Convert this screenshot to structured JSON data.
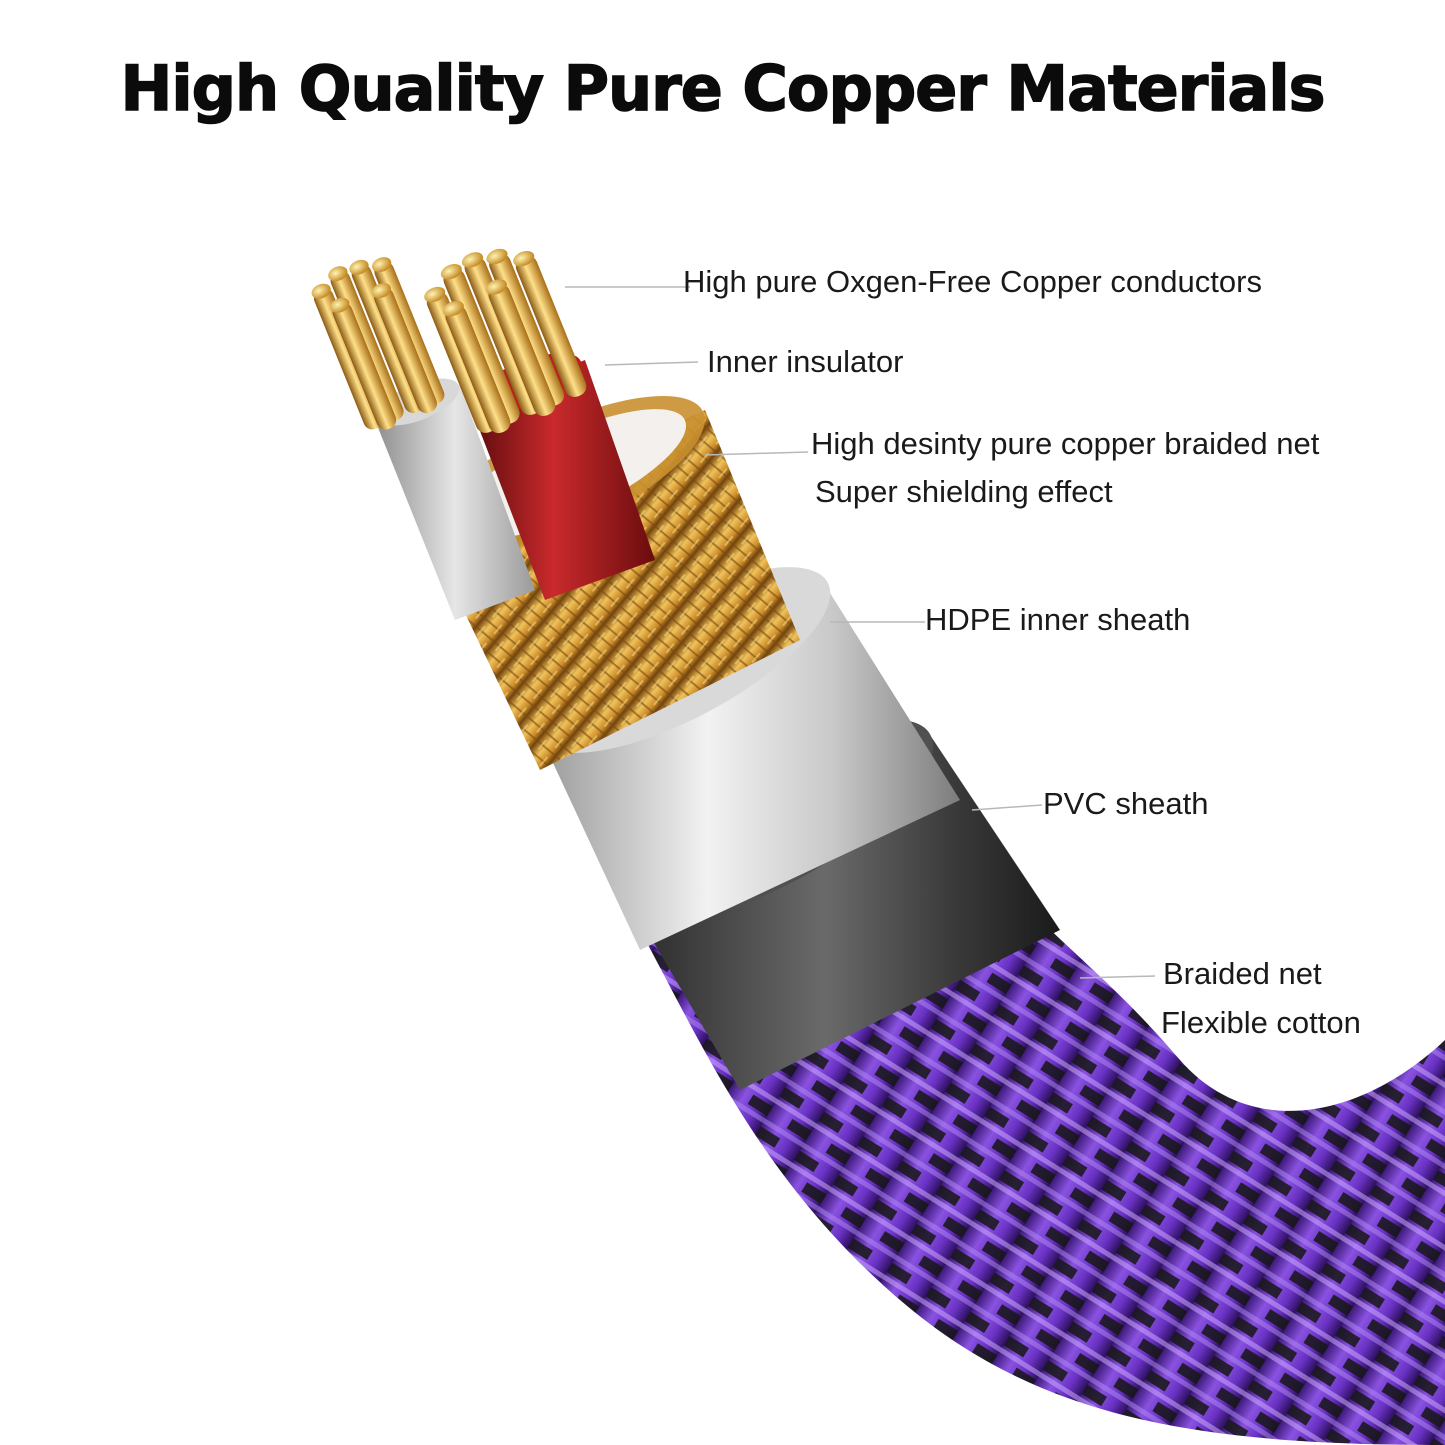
{
  "title": "High Quality Pure Copper Materials",
  "labels": {
    "conductors": "High pure Oxgen-Free Copper conductors",
    "inner_insulator": "Inner insulator",
    "braided_net_line1": "High desinty pure copper braided net",
    "braided_net_line2": "Super shielding effect",
    "hdpe_sheath": "HDPE inner sheath",
    "pvc_sheath": "PVC sheath",
    "outer_braid_line1": "Braided net",
    "outer_braid_line2": "Flexible cotton"
  },
  "colors": {
    "copper": "#e0a93c",
    "copper_dark": "#8a5a12",
    "inner_red": "#a8191c",
    "inner_grey": "#c4c4c4",
    "hdpe_silver": "#d6d6d6",
    "pvc_dark": "#3a3a3a",
    "braid_purple": "#7a3fd0",
    "braid_black": "#161616"
  }
}
